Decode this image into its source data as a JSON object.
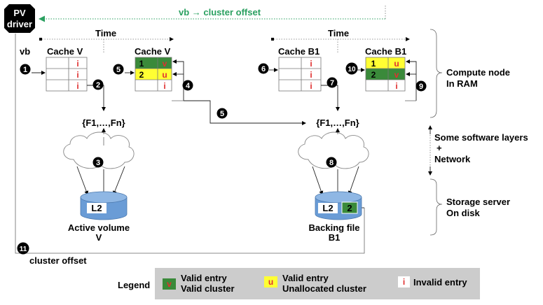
{
  "colors": {
    "valid_cluster": "#3a8a3a",
    "unallocated": "#ffff33",
    "invalid_text": "#e03030",
    "highlight_text": "#e03030",
    "network_arrow": "#2aa060",
    "legend_bg": "#cccccc",
    "disk_fill": "#6a9cd6",
    "badge": "#000000"
  },
  "pv_driver": {
    "line1": "PV",
    "line2": "driver"
  },
  "top_arrow_label": "vb → cluster offset",
  "time_label_left": "Time",
  "time_label_right": "Time",
  "vb_label": "vb",
  "caches": {
    "cache_v_before": {
      "title": "Cache V",
      "cells": [
        "i",
        "i",
        "i"
      ]
    },
    "cache_v_after": {
      "title": "Cache V",
      "rows": [
        {
          "num": "1",
          "flag": "v",
          "state": "valid"
        },
        {
          "num": "2",
          "flag": "u",
          "state": "unallocated"
        },
        {
          "num": "",
          "flag": "i",
          "state": "invalid"
        }
      ]
    },
    "cache_b1_before": {
      "title": "Cache B1",
      "cells": [
        "i",
        "i",
        "i"
      ]
    },
    "cache_b1_after": {
      "title": "Cache B1",
      "rows": [
        {
          "num": "1",
          "flag": "u",
          "state": "unallocated"
        },
        {
          "num": "2",
          "flag": "v",
          "state": "valid"
        },
        {
          "num": "",
          "flag": "i",
          "state": "invalid"
        }
      ]
    }
  },
  "fset_left": "{F1,…,Fn}",
  "fset_right": "{F1,…,Fn}",
  "volumes": {
    "active": {
      "disk_label": "L2",
      "caption1": "Active volume",
      "caption2": "V"
    },
    "backing": {
      "disk_label": "L2",
      "disk_extra": "2",
      "caption1": "Backing file",
      "caption2": "B1"
    }
  },
  "steps": [
    "1",
    "2",
    "3",
    "4",
    "5",
    "5",
    "6",
    "7",
    "8",
    "9",
    "10",
    "11"
  ],
  "side_labels": {
    "compute1": "Compute node",
    "compute2": "In RAM",
    "soft1": "Some software layers",
    "soft2": "+",
    "soft3": "Network",
    "storage1": "Storage server",
    "storage2": "On disk"
  },
  "cluster_offset_label": "cluster offset",
  "legend": {
    "title": "Legend",
    "valid_sym": "v",
    "valid1": "Valid entry",
    "valid2": "Valid cluster",
    "unalloc_sym": "u",
    "unalloc1": "Valid entry",
    "unalloc2": "Unallocated cluster",
    "invalid_sym": "i",
    "invalid1": "Invalid entry"
  }
}
